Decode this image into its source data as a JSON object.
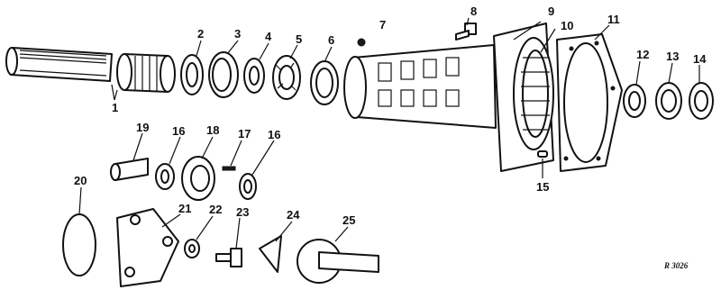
{
  "diagram": {
    "reference_code": "R 3026",
    "callouts": [
      {
        "id": "1",
        "label": "1"
      },
      {
        "id": "2",
        "label": "2"
      },
      {
        "id": "3",
        "label": "3"
      },
      {
        "id": "4",
        "label": "4"
      },
      {
        "id": "5",
        "label": "5"
      },
      {
        "id": "6",
        "label": "6"
      },
      {
        "id": "7",
        "label": "7"
      },
      {
        "id": "8",
        "label": "8"
      },
      {
        "id": "9",
        "label": "9"
      },
      {
        "id": "10",
        "label": "10"
      },
      {
        "id": "11",
        "label": "11"
      },
      {
        "id": "12",
        "label": "12"
      },
      {
        "id": "13",
        "label": "13"
      },
      {
        "id": "14",
        "label": "14"
      },
      {
        "id": "15",
        "label": "15"
      },
      {
        "id": "16a",
        "label": "16"
      },
      {
        "id": "16b",
        "label": "16"
      },
      {
        "id": "17",
        "label": "17"
      },
      {
        "id": "18",
        "label": "18"
      },
      {
        "id": "19",
        "label": "19"
      },
      {
        "id": "20",
        "label": "20"
      },
      {
        "id": "21",
        "label": "21"
      },
      {
        "id": "22",
        "label": "22"
      },
      {
        "id": "23",
        "label": "23"
      },
      {
        "id": "24",
        "label": "24"
      },
      {
        "id": "25",
        "label": "25"
      }
    ]
  }
}
